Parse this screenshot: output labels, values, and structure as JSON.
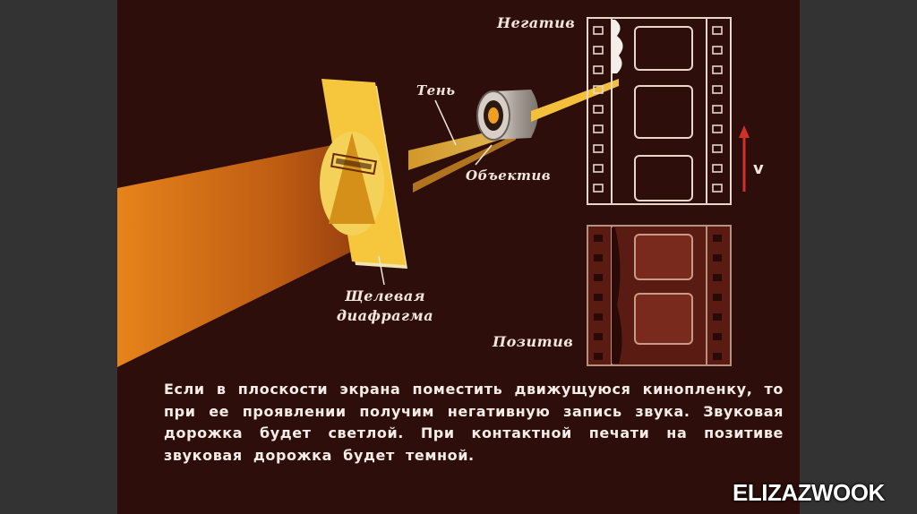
{
  "labels": {
    "negative": "Негатив",
    "shadow": "Тень",
    "lens": "Объектив",
    "slit_diaphragm": "Щелевая диафрагма",
    "positive": "Позитив",
    "motion_mark": "v"
  },
  "caption": "Если в плоскости экрана поместить движущуюся кинопленку, то при ее проявлении получим негативную запись звука. Звуковая дорожка будет светлой. При контактной печати на позитиве звуковая дорожка будет темной.",
  "watermark": "ELIZAZWOOK",
  "colors": {
    "background": "#2d0e0a",
    "beam": "#e8901e",
    "diaphragm": "#f2c23a",
    "arrow": "#d2302a",
    "film_outline": "#e8d6c8"
  }
}
